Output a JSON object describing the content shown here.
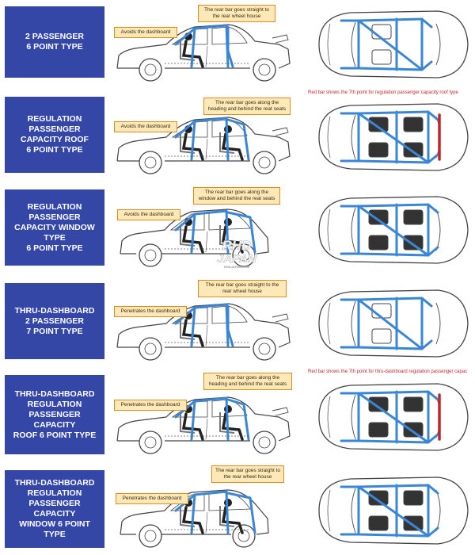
{
  "watermark": {
    "line1": "RHD",
    "line2": "JAPAN",
    "line3": "RHDJAPAN.COM"
  },
  "colors": {
    "label_bg": "#3446a6",
    "bar_blue": "#3a86d6",
    "bar_red": "#c0262c",
    "callout_bg": "#fde9b8",
    "callout_border": "#e08a1c"
  },
  "rows": [
    {
      "label": "2 PASSENGER\n6 POINT TYPE",
      "front_callout": "Avoids the dashboard",
      "rear_callout": "The rear bar goes straight to the rear wheel house",
      "note": "",
      "car": "sedan",
      "cage": "straight",
      "seats": 2,
      "red_bar": false
    },
    {
      "label": "REGULATION PASSENGER\nCAPACITY ROOF\n6 POINT TYPE",
      "front_callout": "Avoids the dashboard",
      "rear_callout": "The rear bar goes along the heading and behind the reat seats",
      "note": "Red bar shows the 7th point for regulation passenger capacity roof type",
      "car": "sedan",
      "cage": "roof",
      "seats": 4,
      "red_bar": true
    },
    {
      "label": "REGULATION PASSENGER\nCAPACITY WINDOW TYPE\n6 POINT TYPE",
      "front_callout": "Avoids the dashboard",
      "rear_callout": "The rear bar goes along the window and behind the reat seats",
      "note": "",
      "car": "hatch",
      "cage": "window",
      "seats": 4,
      "red_bar": false
    },
    {
      "label": "THRU-DASHBOARD\n2 PASSENGER\n7 POINT TYPE",
      "front_callout": "Penetrates the dashboard",
      "rear_callout": "The rear bar goes straight to the rear wheel house",
      "note": "",
      "car": "sedan",
      "cage": "straight",
      "seats": 2,
      "red_bar": false
    },
    {
      "label": "THRU-DASHBOARD\nREGULATION\nPASSENGER CAPACITY\nROOF 6 POINT TYPE",
      "front_callout": "Penetrates the dashboard",
      "rear_callout": "The rear bar goes along the heading and behind the reat seats",
      "note": "Red bar shows the 7th point for thru-dashboard regulation passenger capac",
      "car": "sedan",
      "cage": "roof",
      "seats": 4,
      "red_bar": true
    },
    {
      "label": "THRU-DASHBOARD\nREGULATION\nPASSENGER CAPACITY\nWINDOW 6 POINT TYPE",
      "front_callout": "Penetrates the dashboard",
      "rear_callout": "The rear bar goes straight to the rear wheel house",
      "note": "",
      "car": "hatch",
      "cage": "window",
      "seats": 4,
      "red_bar": false
    }
  ]
}
